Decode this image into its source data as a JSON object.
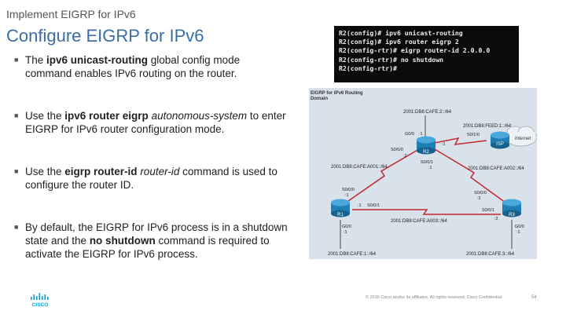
{
  "header": {
    "supertitle": "Implement EIGRP for IPv6",
    "title": "Configure EIGRP for IPv6"
  },
  "bullets": [
    {
      "parts": [
        {
          "t": "The ",
          "s": "n"
        },
        {
          "t": "ipv6 unicast-routing",
          "s": "b"
        },
        {
          "t": " global config mode command enables IPv6 routing on the router.",
          "s": "n"
        }
      ]
    },
    {
      "parts": [
        {
          "t": "Use the ",
          "s": "n"
        },
        {
          "t": "ipv6 router eigrp",
          "s": "b"
        },
        {
          "t": " ",
          "s": "n"
        },
        {
          "t": "autonomous-system",
          "s": "i"
        },
        {
          "t": " to enter EIGRP for IPv6 router configuration mode.",
          "s": "n"
        }
      ]
    },
    {
      "parts": [
        {
          "t": "Use the ",
          "s": "n"
        },
        {
          "t": "eigrp router-id",
          "s": "b"
        },
        {
          "t": " ",
          "s": "n"
        },
        {
          "t": "router-id",
          "s": "i"
        },
        {
          "t": " command is used to configure the router ID.",
          "s": "n"
        }
      ]
    },
    {
      "parts": [
        {
          "t": "By default, the EIGRP for IPv6 process is in a shutdown state and the ",
          "s": "n"
        },
        {
          "t": "no shutdown",
          "s": "b"
        },
        {
          "t": " command is required to activate the EIGRP for IPv6 process.",
          "s": "n"
        }
      ]
    }
  ],
  "terminal": {
    "lines": [
      "R2(config)# ipv6 unicast-routing",
      "R2(config)# ipv6 router eigrp 2",
      "R2(config-rtr)# eigrp router-id 2.0.0.0",
      "R2(config-rtr)# no shutdown",
      "R2(config-rtr)#"
    ]
  },
  "diagram": {
    "domain_label_1": "EIGRP for IPv6 Routing",
    "domain_label_2": "Domain",
    "net_r2_top": "2001:DB8:CAFE:2::/64",
    "net_isp": "2001:DB8:FEED:1::/64",
    "internet": "Internet",
    "isp": "ISP",
    "r1": "R1",
    "r2": "R2",
    "r3": "R3",
    "net_r1_r2": "2001:DB8:CAFE:A001::/64",
    "net_r2_r3": "2001:DB8:CAFE:A002::/64",
    "net_r1_r3": "2001:DB8:CAFE:A003::/64",
    "net_r1_lan": "2001:DB8:CAFE:1::/64",
    "net_r3_lan": "2001:DB8:CAFE:3::/64",
    "r2_g00": "G0/0",
    "r2_g00_host": ":1",
    "r2_s010": "S0/1/0",
    "r2_s010_host": ":1",
    "r2_s000": "S0/0/0",
    "r2_s000_host": ":2",
    "r2_s001": "S0/0/1",
    "r2_s001_host": ":1",
    "r1_s000": "S0/0/0",
    "r1_s000_host": ":1",
    "r1_s001": "S0/0/1",
    "r1_s001_host": ":1",
    "r1_g00": "G0/0",
    "r1_g00_host": ":1",
    "r3_s001": "S0/0/1",
    "r3_s001_host": ":2",
    "r3_s000": "S0/0/0",
    "r3_s000_host": ":2",
    "r3_g00": "G0/0",
    "r3_g00_host": ":1"
  },
  "footer": {
    "copyright": "© 2016 Cisco and/or its affiliates. All rights reserved. Cisco Confidential",
    "page": "54",
    "logo_text": "CISCO"
  },
  "colors": {
    "title": "#3a6ea5",
    "router": "#1f7fb5",
    "link_red": "#c0282d",
    "diagram_bg": "#d9e2ea",
    "logo": "#049fd9"
  }
}
